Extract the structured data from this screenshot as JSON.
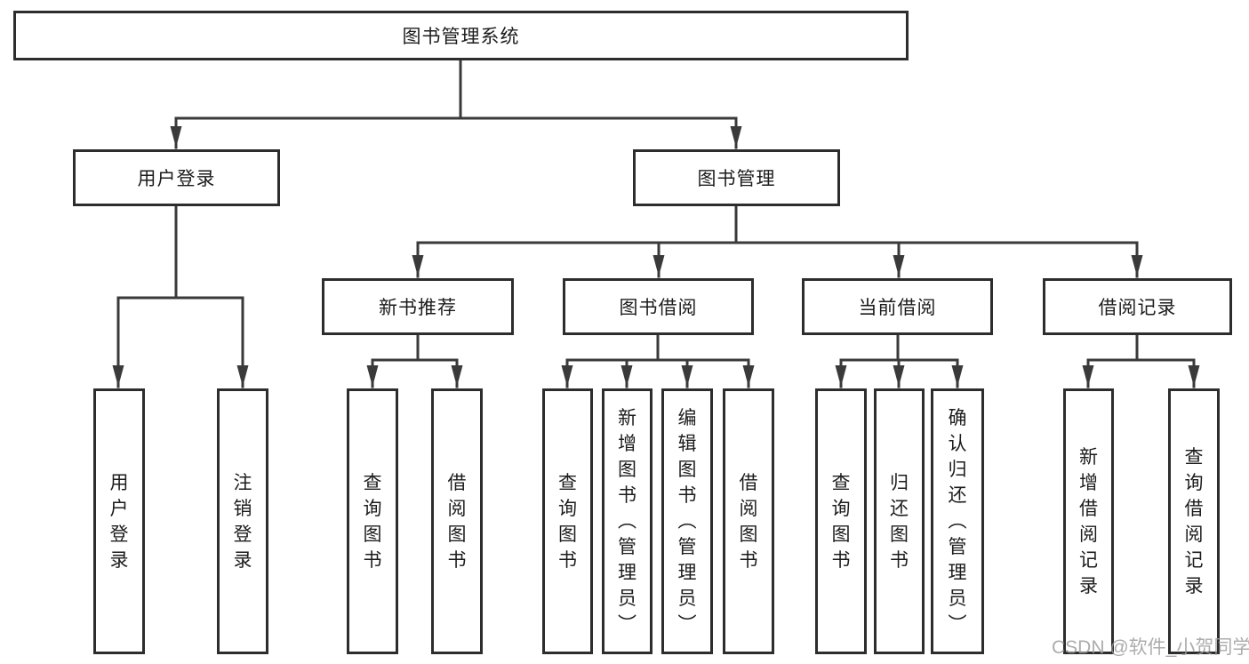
{
  "tree": {
    "root": "图书管理系统",
    "children": [
      {
        "label": "用户登录",
        "children": [
          "用户登录",
          "注销登录"
        ]
      },
      {
        "label": "图书管理",
        "children": [
          {
            "label": "新书推荐",
            "children": [
              "查询图书",
              "借阅图书"
            ]
          },
          {
            "label": "图书借阅",
            "children": [
              "查询图书",
              "新增图书（管理员）",
              "编辑图书（管理员）",
              "借阅图书"
            ]
          },
          {
            "label": "当前借阅",
            "children": [
              "查询图书",
              "归还图书",
              "确认归还（管理员）"
            ]
          },
          {
            "label": "借阅记录",
            "children": [
              "新增借阅记录",
              "查询借阅记录"
            ]
          }
        ]
      }
    ]
  },
  "watermark": {
    "text": "CSDN @软件_小贺同学"
  },
  "colors": {
    "line": "#3a3a3a",
    "box_border": "#2d2d2d",
    "text": "#1c1c1c",
    "watermark": "#9e9e9e",
    "background": "#ffffff"
  }
}
